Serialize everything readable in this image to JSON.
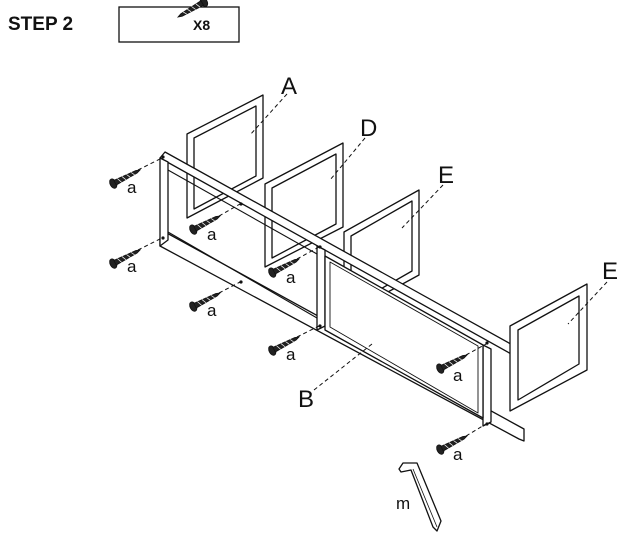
{
  "header": {
    "step_title": "STEP 2",
    "hardware_icon": "screw-icon",
    "hardware_qty": "X8"
  },
  "parts": {
    "A": "A",
    "D": "D",
    "E1": "E",
    "E2": "E",
    "B": "B"
  },
  "screw_label": "a",
  "tool_label": "m"
}
